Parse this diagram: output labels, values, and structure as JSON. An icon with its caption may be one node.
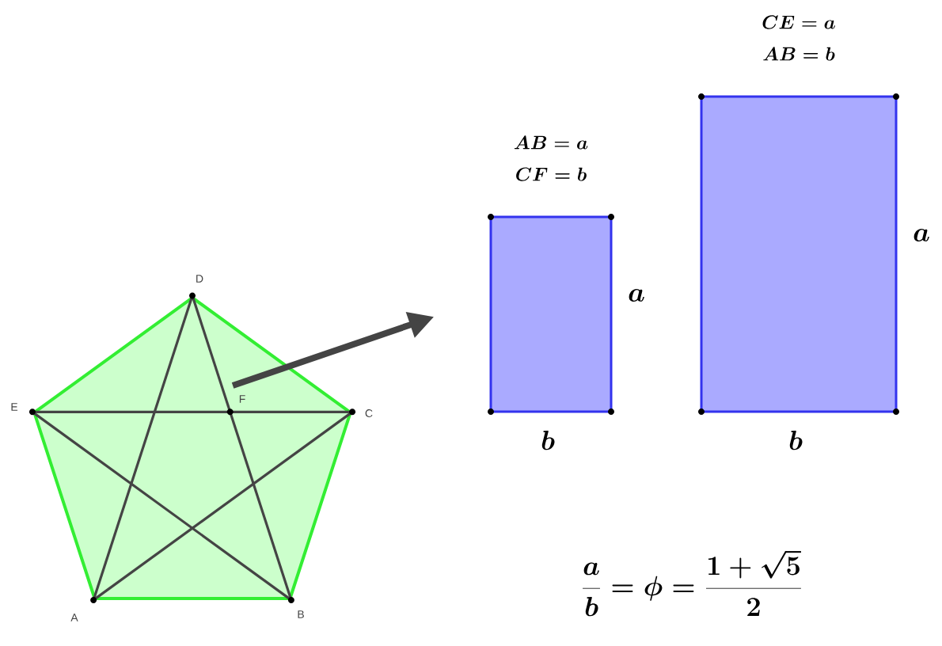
{
  "diagram": {
    "nodes": [
      {
        "text": [],
        "shape": "pentagon"
      },
      {
        "text": [
          "AB = a",
          "CF = b"
        ],
        "beside": [
          "a",
          "b"
        ]
      },
      {
        "text": [
          "CE = a",
          "AB = b"
        ],
        "beside": [
          "a",
          "b"
        ]
      }
    ],
    "edges": [
      {
        "from": 0,
        "to": 1,
        "arrow": "to"
      }
    ],
    "labels": [
      "D",
      "E",
      "F",
      "C",
      "A",
      "B",
      "\\frac{a}{b} = \\phi = \\frac{1+\\sqrt{5}}{2}"
    ]
  }
}
